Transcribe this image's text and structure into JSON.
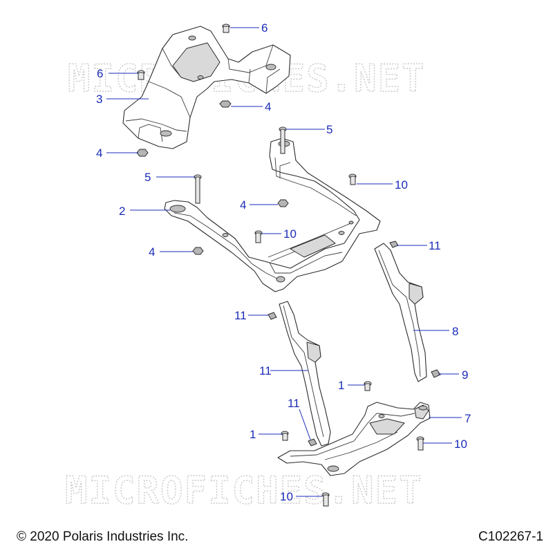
{
  "watermark": {
    "text": "MICROFICHES.NET"
  },
  "footer": {
    "copyright": "© 2020 Polaris Industries Inc.",
    "figure_id": "C102267-1"
  },
  "callouts": [
    "6",
    "6",
    "3",
    "4",
    "4",
    "5",
    "5",
    "10",
    "2",
    "4",
    "10",
    "4",
    "11",
    "8",
    "11",
    "9",
    "11",
    "1",
    "11",
    "7",
    "1",
    "10",
    "10"
  ],
  "colors": {
    "callout": "#1a2bb8",
    "line": "#2a2a2a",
    "watermark": "#c8c8c8"
  }
}
